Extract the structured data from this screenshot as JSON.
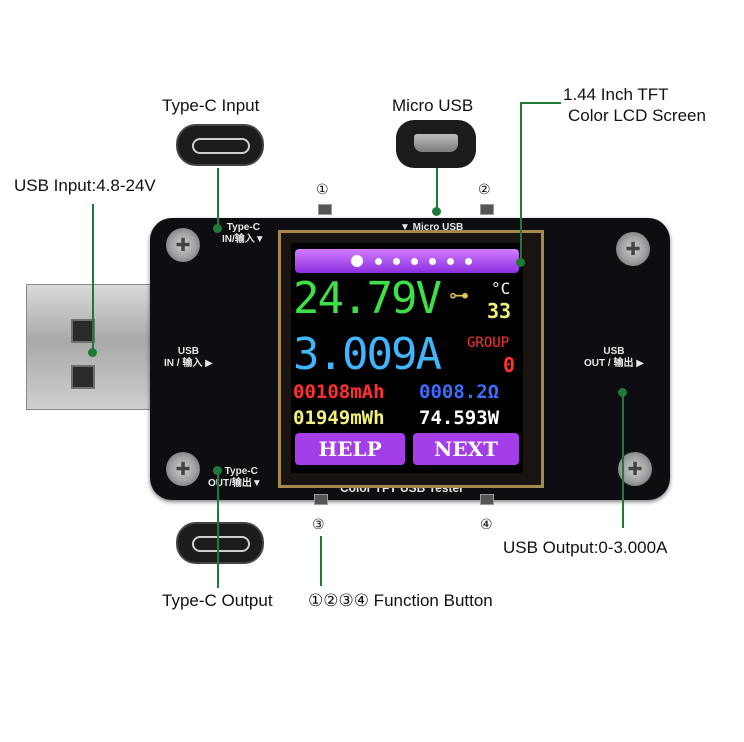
{
  "callouts": {
    "typec_input": "Type-C Input",
    "micro_usb": "Micro USB",
    "lcd_screen_line1": "1.44 Inch TFT",
    "lcd_screen_line2": "Color LCD Screen",
    "usb_input": "USB Input:4.8-24V",
    "usb_output": "USB Output:0-3.000A",
    "typec_output": "Type-C Output",
    "function_button": "①②③④  Function Button"
  },
  "button_markers": {
    "b1": "①",
    "b2": "②",
    "b3": "③",
    "b4": "④"
  },
  "silkscreen": {
    "typec_in_1": "Type-C",
    "typec_in_2": "IN/输入▼",
    "micro_usb": "▼ Micro USB",
    "usb_in_1": "USB",
    "usb_in_2": "IN / 输入 ▶",
    "usb_out_1": "USB",
    "usb_out_2": "OUT / 输出 ▶",
    "typec_out_1": "▲ Type-C",
    "typec_out_2": "OUT/输出▼",
    "tester_name": "Color TFT USB Tester"
  },
  "lcd": {
    "voltage": "24.79V",
    "temp_unit": "°C",
    "temperature": "33",
    "current": "3.009A",
    "group_label": "GROUP",
    "group_value": "0",
    "capacity": "00108mAh",
    "resistance": "0008.2Ω",
    "energy": "01949mWh",
    "power": "74.593W",
    "help_label": "HELP",
    "next_label": "NEXT"
  },
  "colors": {
    "leader_line": "#1f7a3a",
    "voltage": "#3ee04a",
    "current": "#3fb6ff",
    "capacity": "#ff3030",
    "resistance": "#3d6bff",
    "energy": "#f2f27a",
    "power": "#ffffff",
    "group": "#ff3030",
    "softkey": "#a43ee8"
  }
}
